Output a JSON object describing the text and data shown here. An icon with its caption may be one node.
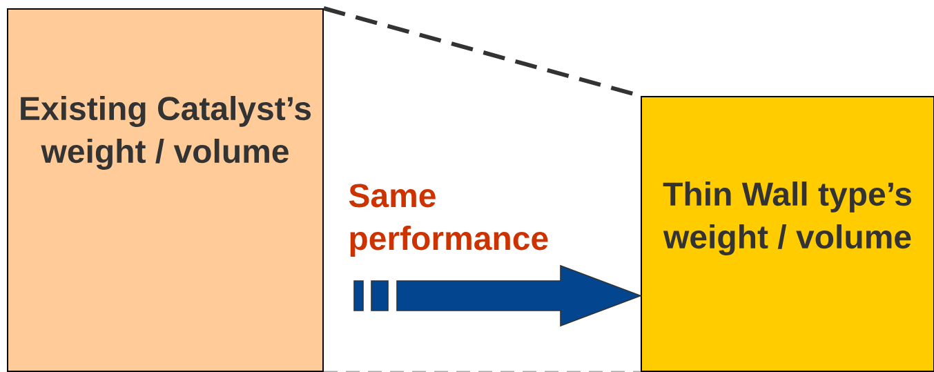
{
  "diagram": {
    "nodes": [
      {
        "text": [
          "Existing Catalyst’s weight / volume"
        ]
      },
      {
        "text": [
          "Thin Wall type’s weight / volume"
        ]
      }
    ],
    "edges": [
      {
        "from": 0,
        "to": 1,
        "arrow": "none",
        "style": "dashed"
      },
      {
        "from": 0,
        "to": 1,
        "arrow": "none",
        "style": "dashed",
        "color": "#a6a6a6"
      },
      {
        "from": null,
        "to": 1,
        "arrow": "to",
        "label": "Same performance",
        "color": "#03458f"
      }
    ]
  }
}
